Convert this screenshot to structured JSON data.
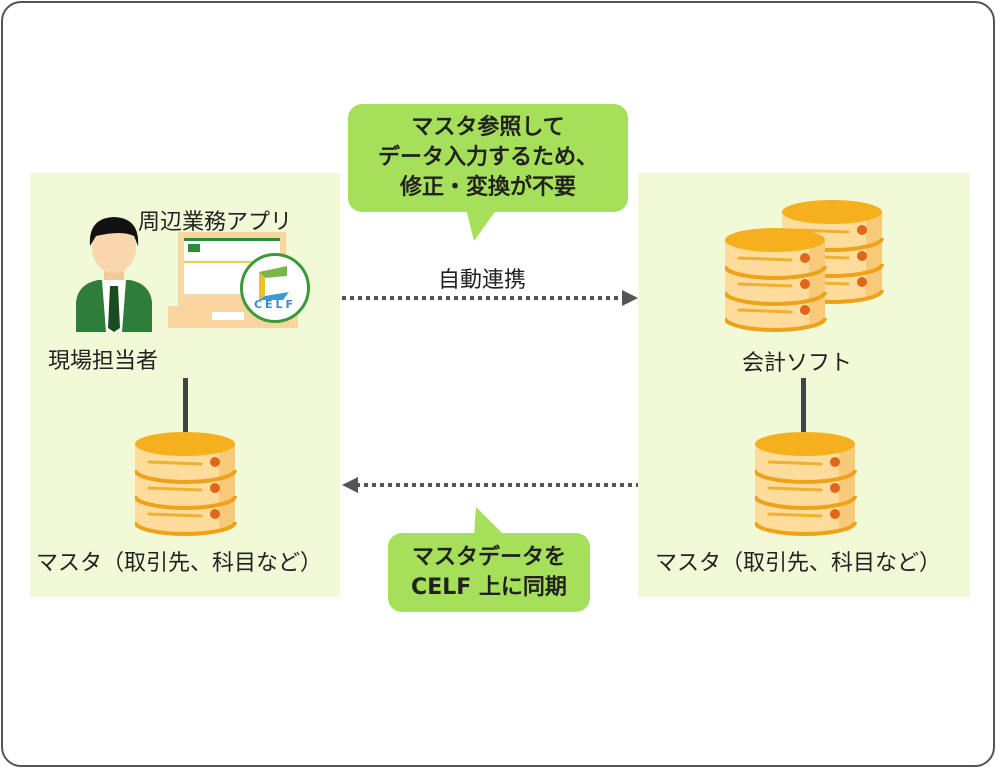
{
  "callout_top": {
    "lines": [
      "マスタ参照して",
      "データ入力するため、",
      "修正・変換が不要"
    ]
  },
  "callout_bottom": {
    "lines": [
      "マスタデータを",
      "CELF 上に同期"
    ]
  },
  "arrow_label": "自動連携",
  "left": {
    "app_label": "周辺業務アプリ",
    "person_label": "現場担当者",
    "master_label": "マスタ（取引先、科目など）",
    "logo_text": "CELF"
  },
  "right": {
    "software_label": "会計ソフト",
    "master_label": "マスタ（取引先、科目など）"
  },
  "colors": {
    "panel": "#f1f9d6",
    "callout": "#a6e05a",
    "db_top": "#f6b01e",
    "db_body": "#fddc9c",
    "accent": "#2e8b3a"
  }
}
